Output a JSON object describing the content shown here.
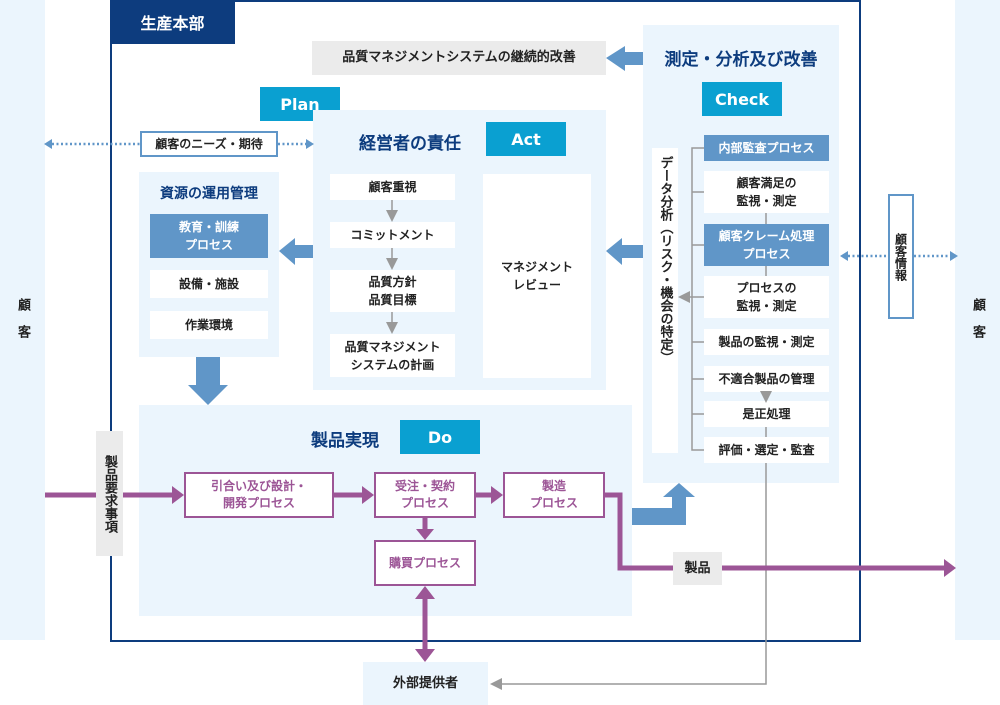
{
  "title": "生産本部",
  "customer_left": "顧客",
  "customer_right": "顧客",
  "continual_improvement": "品質マネジメントシステムの継続的改善",
  "customer_needs": "顧客のニーズ・期待",
  "customer_info": "顧客情報",
  "product_requirements": "製品要求事項",
  "product_label": "製品",
  "external_provider": "外部提供者",
  "plan": {
    "badge": "Plan",
    "resources": {
      "title": "資源の運用管理",
      "items": [
        "教育・訓練\nプロセス",
        "設備・施設",
        "作業環境"
      ]
    }
  },
  "act": {
    "badge": "Act",
    "title": "経営者の責任",
    "steps": [
      "顧客重視",
      "コミットメント",
      "品質方針\n品質目標",
      "品質マネジメント\nシステムの計画"
    ],
    "review": "マネジメント\nレビュー"
  },
  "check": {
    "badge": "Check",
    "title": "測定・分析及び改善",
    "data_analysis": "データ分析（リスク・機会の特定）",
    "items": [
      "内部監査プロセス",
      "顧客満足の\n監視・測定",
      "顧客クレーム処理\nプロセス",
      "プロセスの\n監視・測定",
      "製品の監視・測定",
      "不適合製品の管理",
      "是正処理",
      "評価・選定・監査"
    ]
  },
  "do": {
    "badge": "Do",
    "title": "製品実現",
    "processes": [
      "引合い及び設計・\n開発プロセス",
      "受注・契約\nプロセス",
      "製造\nプロセス",
      "購買プロセス"
    ]
  },
  "colors": {
    "navy": "#0d3c7e",
    "cyan": "#0aa0d1",
    "blue": "#6096c8",
    "purple": "#9c5596",
    "pale": "#ebf5fd",
    "gray": "#ebebeb"
  }
}
